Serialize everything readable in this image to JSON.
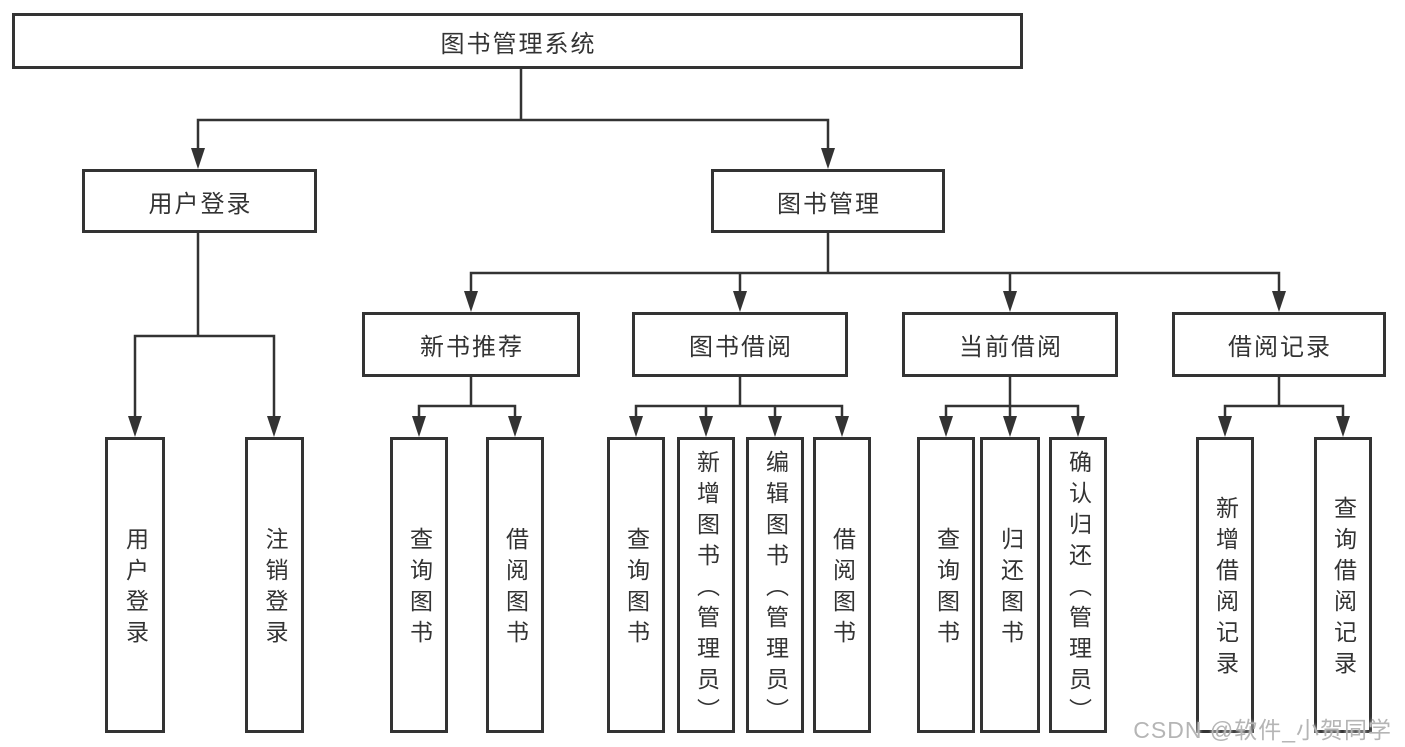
{
  "diagram": {
    "root": {
      "label": "图书管理系统"
    },
    "branches": [
      {
        "label": "用户登录",
        "children": [
          {
            "label": "用户登录"
          },
          {
            "label": "注销登录"
          }
        ]
      },
      {
        "label": "图书管理",
        "children": [
          {
            "label": "新书推荐",
            "children": [
              {
                "label": "查询图书"
              },
              {
                "label": "借阅图书"
              }
            ]
          },
          {
            "label": "图书借阅",
            "children": [
              {
                "label": "查询图书"
              },
              {
                "label": "新增图书（管理员）"
              },
              {
                "label": "编辑图书（管理员）"
              },
              {
                "label": "借阅图书"
              }
            ]
          },
          {
            "label": "当前借阅",
            "children": [
              {
                "label": "查询图书"
              },
              {
                "label": "归还图书"
              },
              {
                "label": "确认归还（管理员）"
              }
            ]
          },
          {
            "label": "借阅记录",
            "children": [
              {
                "label": "新增借阅记录"
              },
              {
                "label": "查询借阅记录"
              }
            ]
          }
        ]
      }
    ],
    "watermark": "CSDN @软件_小贺同学",
    "colors": {
      "line": "#333333",
      "text": "#333333",
      "box_background": "#ffffff",
      "watermark": "#b5b5b5",
      "background": "#ffffff"
    }
  }
}
